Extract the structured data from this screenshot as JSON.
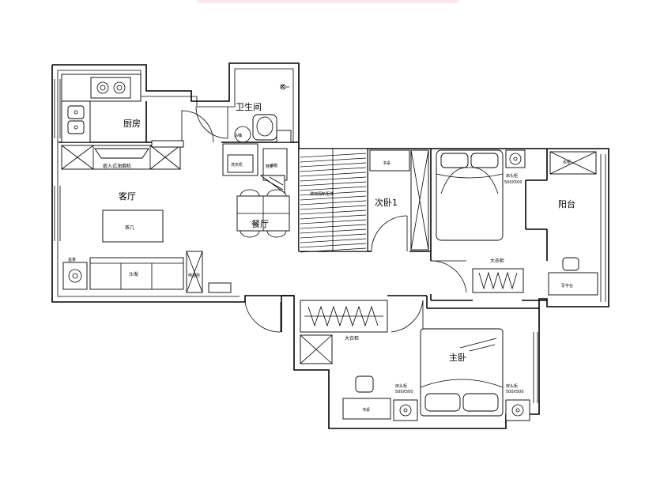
{
  "rooms": {
    "kitchen": "厨房",
    "toilet": "卫生间",
    "second_bedroom": "次卧1",
    "master_bedroom": "主卧",
    "balcony": "阳台",
    "dining": "餐厅",
    "living": "客厅"
  },
  "furniture": {
    "range_hood": "嵌入式油烟机",
    "washer": "洗衣机",
    "fridge": "冰箱",
    "tv_cabinet": "电视柜",
    "sofa": "沙发",
    "tea_table": "茶几",
    "wardrobe_top": "衣柜",
    "wardrobe_master": "大衣柜",
    "wardrobe_second": "大衣柜",
    "desk_second": "书桌",
    "desk_balcony": "写字台",
    "desk_master": "书桌",
    "nightstand_second": "床头柜",
    "nightstand_master_left": "床头柜",
    "nightstand_master_right": "床头柜",
    "size_note_1": "500X500",
    "size_note_2": "500X500",
    "size_note_3": "500X500",
    "shoe_rack": "鞋柜",
    "plant_stand": "盆景",
    "glass_partition": "玻璃隔断柜体",
    "toilet_seat": "马桶"
  }
}
